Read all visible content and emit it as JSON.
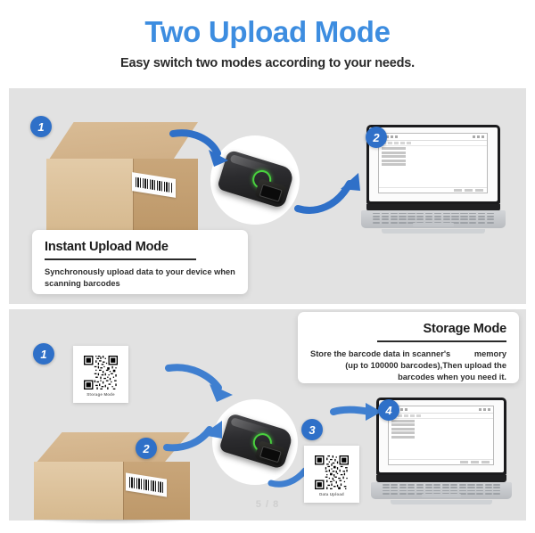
{
  "header": {
    "title": "Two Upload Mode",
    "subtitle": "Easy switch two modes according to your needs.",
    "title_color": "#3d8de0"
  },
  "page_indicator": "5 / 8",
  "sections": [
    {
      "id": "instant-upload",
      "card": {
        "title": "Instant Upload Mode",
        "body": "Synchronously upload data to your device when scanning barcodes"
      },
      "steps": [
        {
          "number": "1",
          "target": "cardboard-box"
        },
        {
          "number": "2",
          "target": "laptop"
        }
      ]
    },
    {
      "id": "storage-mode",
      "card": {
        "title": "Storage Mode",
        "body_line1_left": "Store the barcode data in scanner's",
        "body_line1_right": "memory",
        "body_line2": "(up to 100000 barcodes),Then upload the",
        "body_line3": "barcodes when you need it."
      },
      "steps": [
        {
          "number": "1",
          "target": "qr-storage-mode"
        },
        {
          "number": "2",
          "target": "cardboard-box"
        },
        {
          "number": "3",
          "target": "qr-data-upload"
        },
        {
          "number": "4",
          "target": "laptop"
        }
      ]
    }
  ],
  "qr_codes": [
    {
      "id": "storage-mode",
      "label": "Storage Mode"
    },
    {
      "id": "data-upload",
      "label": "Data Upload"
    }
  ],
  "colors": {
    "accent_blue": "#3d8de0",
    "badge_blue": "#2f70c8",
    "panel_gray": "#e2e2e2",
    "scanner_led_green": "#49d13e",
    "page_indicator_gray": "#cfcfcf"
  }
}
